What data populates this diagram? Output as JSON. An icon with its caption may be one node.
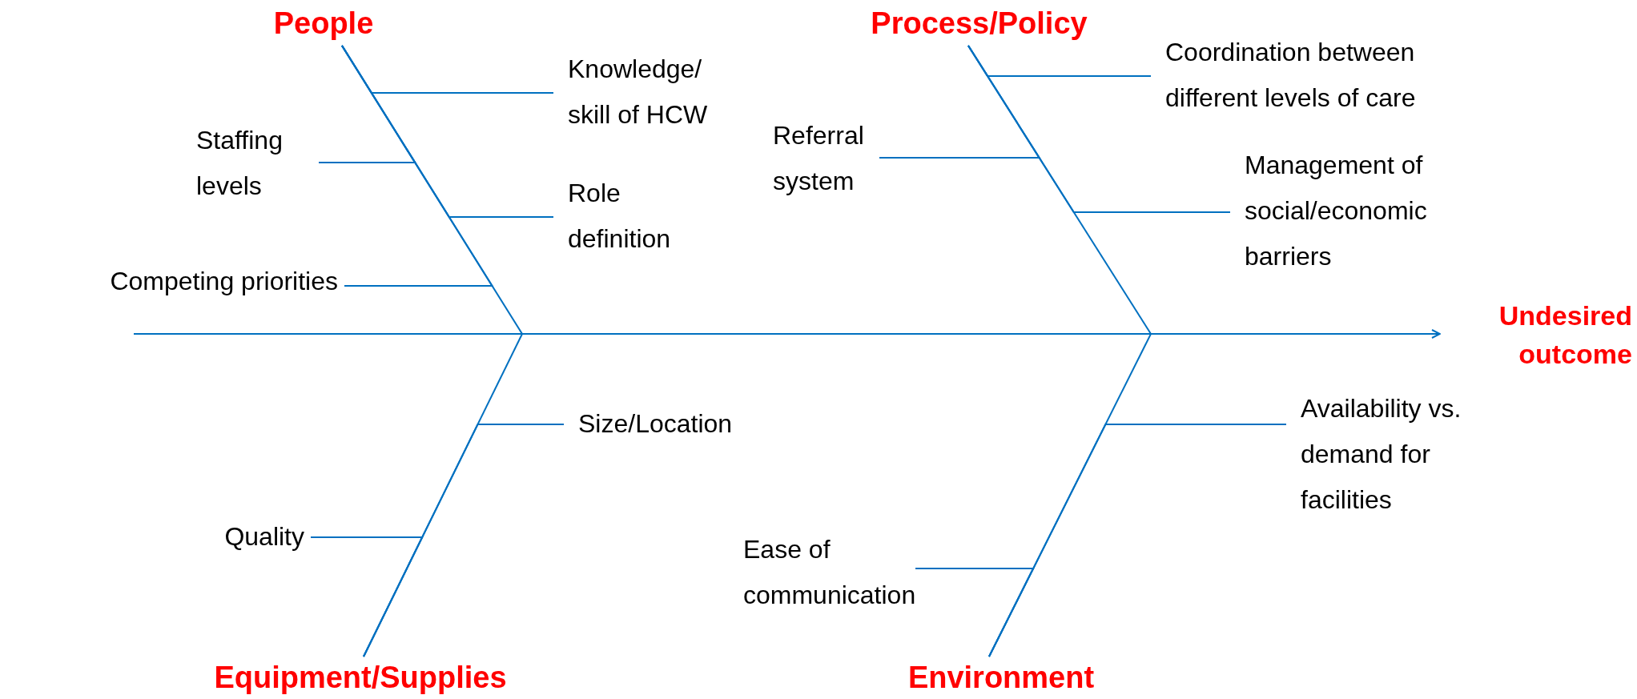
{
  "diagram": {
    "nodes": [
      {
        "text": [
          "People"
        ]
      },
      {
        "text": [
          "Staffing levels"
        ]
      },
      {
        "text": [
          "Knowledge/ skill of HCW"
        ]
      },
      {
        "text": [
          "Role definition"
        ]
      },
      {
        "text": [
          "Competing priorities"
        ]
      },
      {
        "text": [
          "Process/Policy"
        ]
      },
      {
        "text": [
          "Referral system"
        ]
      },
      {
        "text": [
          "Coordination between different levels of care"
        ]
      },
      {
        "text": [
          "Management of social/economic barriers"
        ]
      },
      {
        "text": [
          "Undesired outcome"
        ]
      },
      {
        "text": [
          "Size/Location"
        ]
      },
      {
        "text": [
          "Quality"
        ]
      },
      {
        "text": [
          "Equipment/Supplies"
        ]
      },
      {
        "text": [
          "Availability vs. demand for facilities"
        ]
      },
      {
        "text": [
          "Ease of communication"
        ]
      },
      {
        "text": [
          "Environment"
        ]
      }
    ],
    "edges": [
      {
        "from": null,
        "to": 9,
        "arrow": "to"
      },
      {
        "from": 0,
        "to": null,
        "arrow": "none"
      },
      {
        "from": 5,
        "to": null,
        "arrow": "none"
      },
      {
        "from": 12,
        "to": null,
        "arrow": "none"
      },
      {
        "from": 15,
        "to": null,
        "arrow": "none"
      },
      {
        "from": 1,
        "to": 0,
        "arrow": "none"
      },
      {
        "from": 2,
        "to": 0,
        "arrow": "none"
      },
      {
        "from": 3,
        "to": 0,
        "arrow": "none"
      },
      {
        "from": 4,
        "to": 0,
        "arrow": "none"
      },
      {
        "from": 6,
        "to": 5,
        "arrow": "none"
      },
      {
        "from": 7,
        "to": 5,
        "arrow": "none"
      },
      {
        "from": 8,
        "to": 5,
        "arrow": "none"
      },
      {
        "from": 10,
        "to": 12,
        "arrow": "none"
      },
      {
        "from": 11,
        "to": 12,
        "arrow": "none"
      },
      {
        "from": 13,
        "to": 15,
        "arrow": "none"
      },
      {
        "from": 14,
        "to": 15,
        "arrow": "none"
      }
    ]
  }
}
